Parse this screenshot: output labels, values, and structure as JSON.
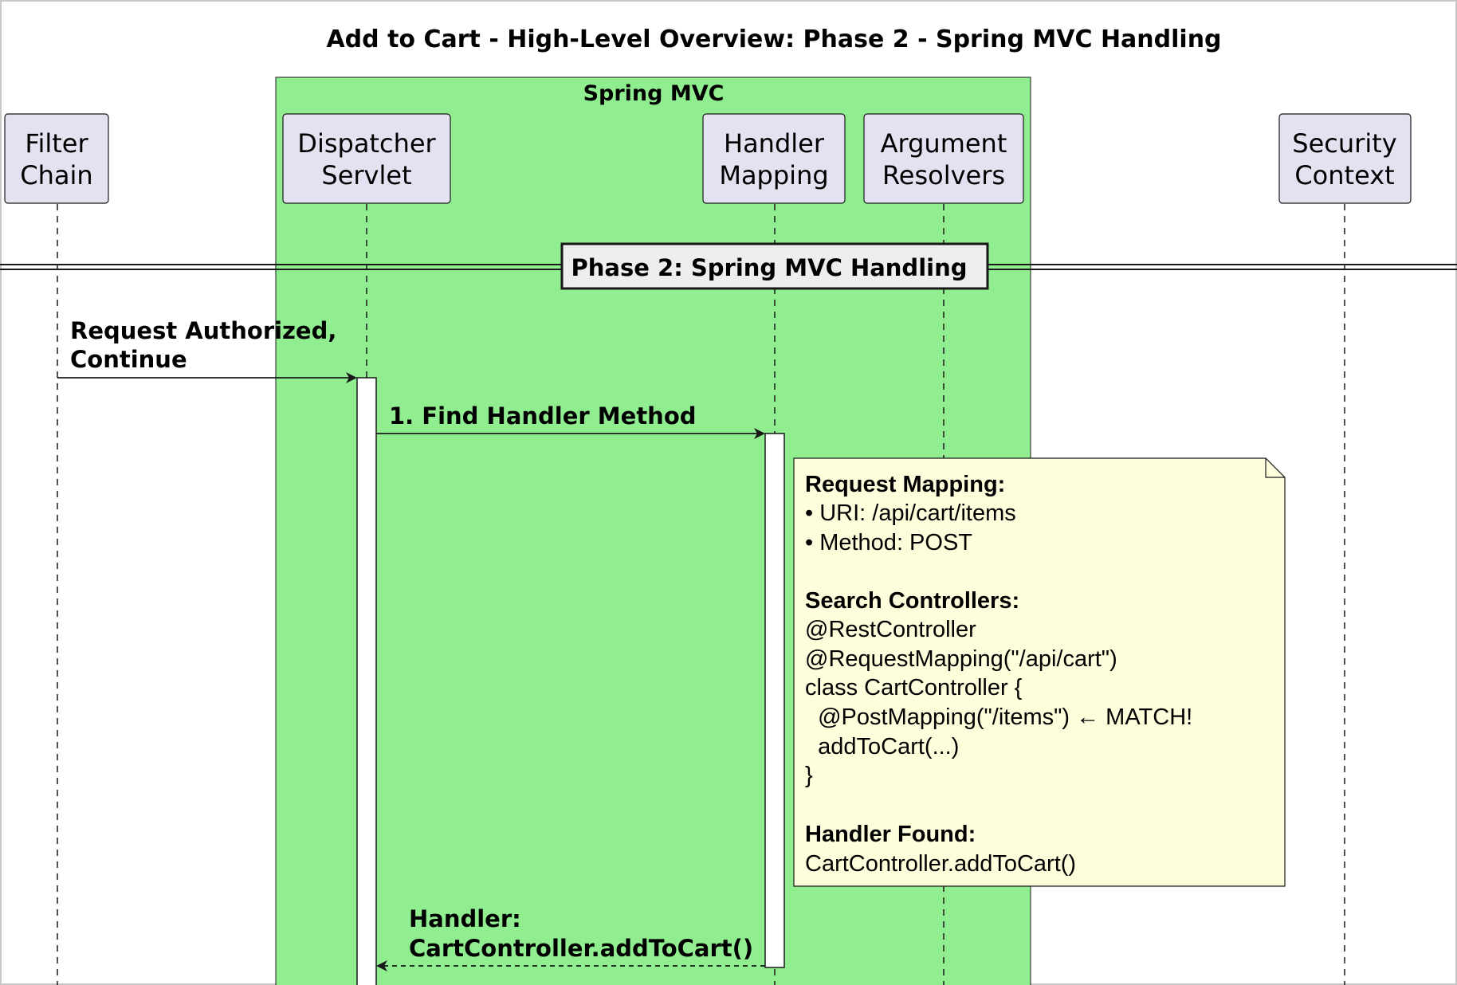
{
  "title": "Add to Cart - High-Level Overview: Phase 2 - Spring MVC Handling",
  "group": {
    "label": "Spring MVC",
    "fill": "#90EE90"
  },
  "participants": {
    "filter_chain": [
      "Filter",
      "Chain"
    ],
    "dispatcher_servlet": [
      "Dispatcher",
      "Servlet"
    ],
    "handler_mapping": [
      "Handler",
      "Mapping"
    ],
    "argument_resolvers": [
      "Argument",
      "Resolvers"
    ],
    "security_context": [
      "Security",
      "Context"
    ]
  },
  "phase_divider": "Phase 2: Spring MVC Handling",
  "messages": {
    "request_authorized": [
      "Request Authorized,",
      "Continue"
    ],
    "find_handler": "1. Find Handler Method",
    "handler_return": [
      "Handler:",
      "CartController.addToCart()"
    ]
  },
  "note": {
    "request_mapping_heading": "Request Mapping:",
    "uri": "• URI: /api/cart/items",
    "method": "• Method: POST",
    "search_heading": "Search Controllers:",
    "code_lines": [
      "@RestController",
      "@RequestMapping(\"/api/cart\")",
      "class CartController {",
      "  @PostMapping(\"/items\") ← MATCH!",
      "  addToCart(...)",
      "}"
    ],
    "handler_found_heading": "Handler Found:",
    "handler_found_value": "CartController.addToCart()"
  },
  "colors": {
    "participant_fill": "#E2E2F0",
    "note_fill": "#FEFEDC",
    "phase_fill": "#EEEEEE",
    "line": "#181818"
  }
}
